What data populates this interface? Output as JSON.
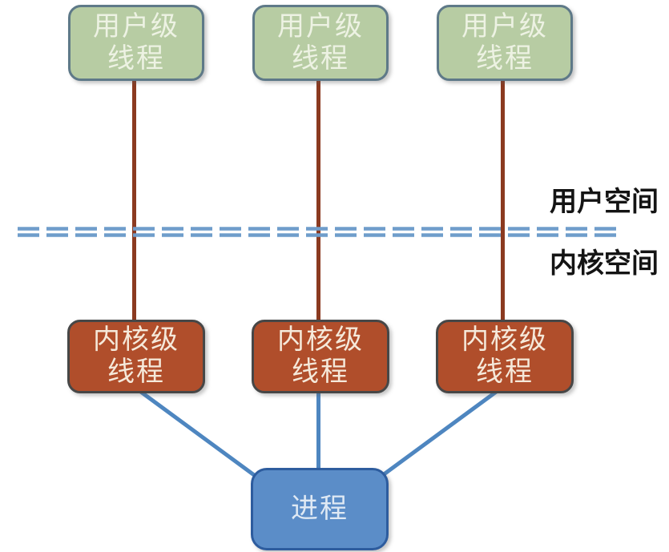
{
  "diagram": {
    "title_meaning": "Many-to-one thread mapping: user-level threads to kernel-level threads to process",
    "boxes": {
      "user": [
        {
          "line1": "用户级",
          "line2": "线程"
        },
        {
          "line1": "用户级",
          "line2": "线程"
        },
        {
          "line1": "用户级",
          "line2": "线程"
        }
      ],
      "kernel": [
        {
          "line1": "内核级",
          "line2": "线程"
        },
        {
          "line1": "内核级",
          "line2": "线程"
        },
        {
          "line1": "内核级",
          "line2": "线程"
        }
      ],
      "process": {
        "label": "进程"
      }
    },
    "labels": {
      "user_space": "用户空间",
      "kernel_space": "内核空间"
    },
    "colors": {
      "user_box_fill": "#b7cca3",
      "user_box_border": "#5e7988",
      "kernel_box_fill": "#b04e2b",
      "kernel_box_border": "#474747",
      "process_box_fill": "#5b8dc8",
      "process_box_border": "#2d5c9e",
      "thread_connector_brown": "#8b3a20",
      "process_connector_blue": "#4e86c0",
      "boundary_dash_blue": "#6f9dcb",
      "space_label_text": "#141414"
    }
  }
}
